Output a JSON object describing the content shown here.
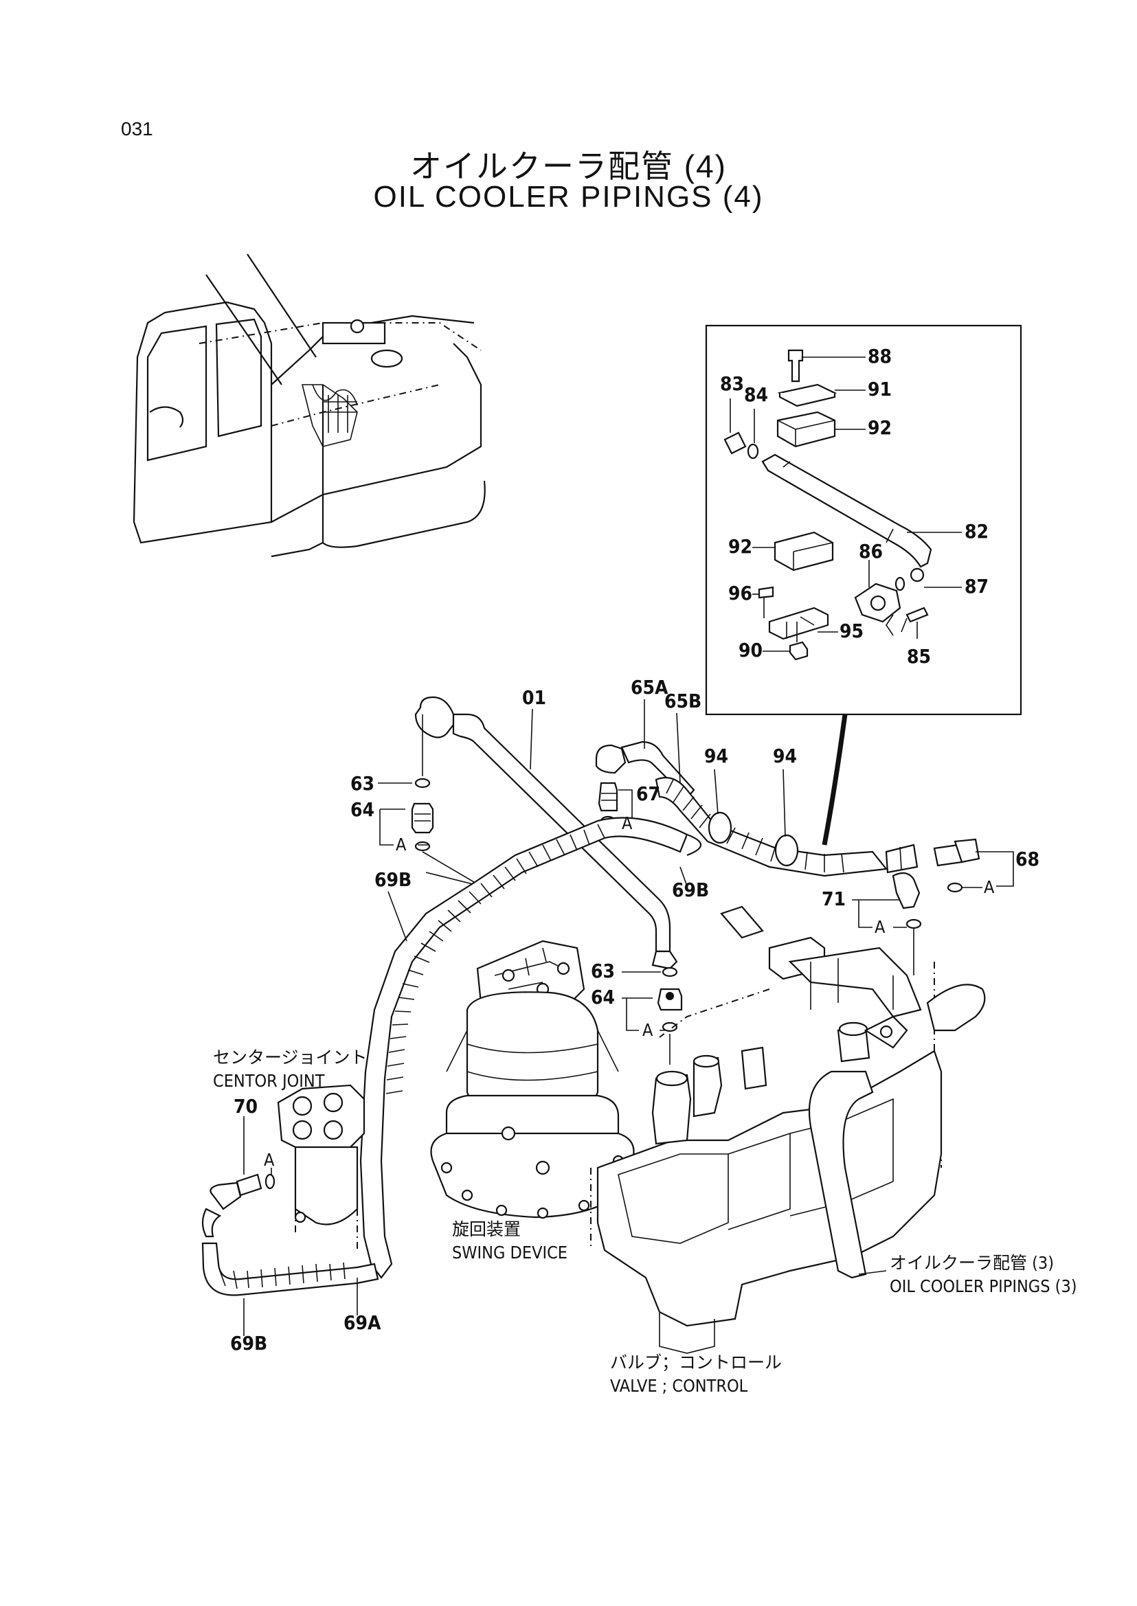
{
  "page_number": "031",
  "title_jp": "オイルクーラ配管 (4)",
  "title_en": "OIL COOLER PIPINGS (4)",
  "labels": {
    "center_joint_jp": "センタージョイント",
    "center_joint_en": "CENTOR  JOINT",
    "swing_device_jp": "旋回装置",
    "swing_device_en": "SWING  DEVICE",
    "valve_jp": "バルブ；コントロール",
    "valve_en": "VALVE ; CONTROL",
    "oil_cooler_ref_jp": "オイルクーラ配管 (3)",
    "oil_cooler_ref_en": "OIL  COOLER  PIPINGS (3)"
  },
  "callouts": {
    "c88": "88",
    "c91": "91",
    "c92a": "92",
    "c83": "83",
    "c84": "84",
    "c82": "82",
    "c92b": "92",
    "c86": "86",
    "c96": "96",
    "c87": "87",
    "c95": "95",
    "c90": "90",
    "c85": "85",
    "c01": "01",
    "c65A": "65A",
    "c65B": "65B",
    "c94a": "94",
    "c94b": "94",
    "c63a": "63",
    "c67": "67",
    "c64a": "64",
    "cAa": "A",
    "cAb": "A",
    "c69Ba": "69B",
    "c69Bb": "69B",
    "c68": "68",
    "cAc": "A",
    "c71": "71",
    "cAd": "A",
    "c63b": "63",
    "c64b": "64",
    "cAe": "A",
    "c70": "70",
    "cAf": "A",
    "c69A": "69A",
    "c69Bc": "69B"
  }
}
